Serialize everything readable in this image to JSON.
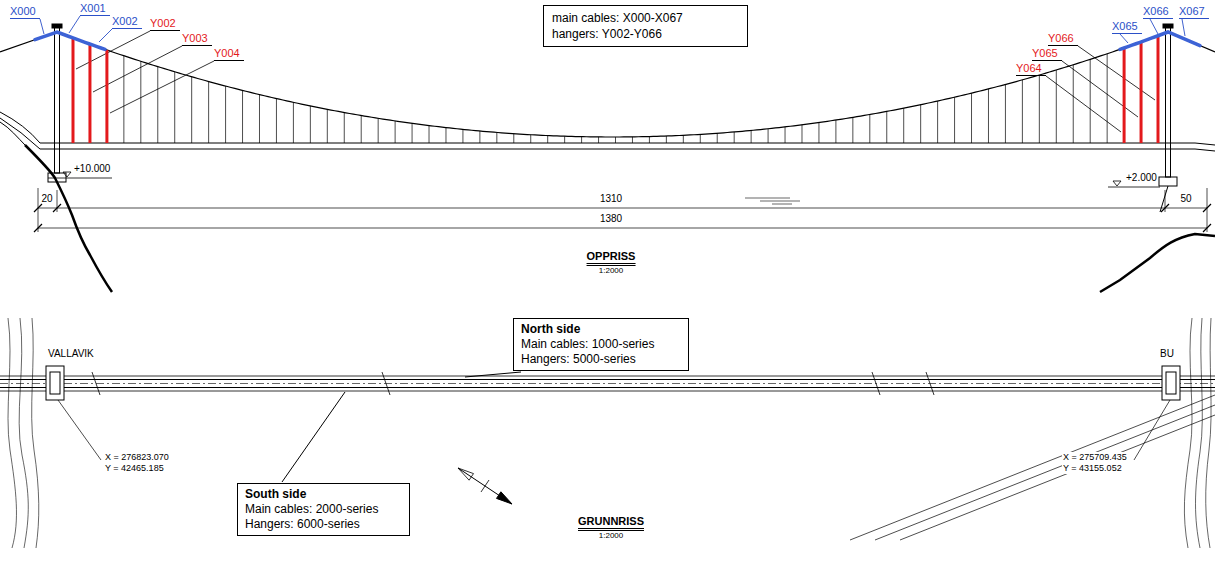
{
  "diagram": {
    "nodes": [
      {
        "text": [
          "main cables: X000-X067",
          "hangers: Y002-Y066"
        ]
      },
      {
        "text": [
          "North side",
          "Main cables: 1000-series",
          "Hangers: 5000-series"
        ]
      },
      {
        "text": [
          "South side",
          "Main cables: 2000-series",
          "Hangers: 6000-series"
        ]
      }
    ],
    "labels": [
      "X000",
      "X001",
      "X002",
      "Y002",
      "Y003",
      "Y004",
      "Y066",
      "Y065",
      "Y064",
      "X065",
      "X066",
      "X067",
      "+10.000",
      "+2.000",
      "20",
      "1310",
      "50",
      "1380",
      "OPPRISS",
      "1:2000",
      "VALLAVIK",
      "BU",
      "X = 276823.070",
      "Y = 42465.185",
      "X = 275709.435",
      "Y = 43155.052",
      "GRUNNRISS",
      "1:2000"
    ]
  }
}
